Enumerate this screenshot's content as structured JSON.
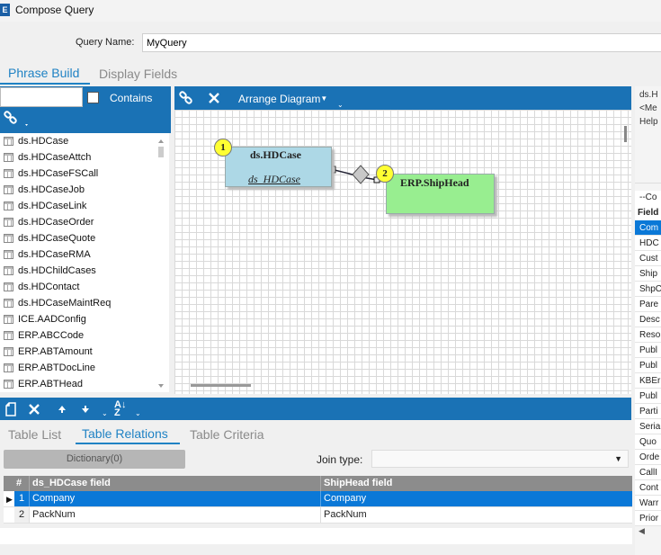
{
  "window": {
    "title": "Compose Query",
    "app_icon_letter": "E"
  },
  "query_name": {
    "label": "Query Name:",
    "value": "MyQuery"
  },
  "top_tabs": [
    {
      "label": "Phrase Build",
      "active": true
    },
    {
      "label": "Display Fields",
      "active": false
    }
  ],
  "search": {
    "value": "",
    "contains_label": "Contains",
    "contains_checked": false
  },
  "tables_list": [
    "ds.HDCase",
    "ds.HDCaseAttch",
    "ds.HDCaseFSCall",
    "ds.HDCaseJob",
    "ds.HDCaseLink",
    "ds.HDCaseOrder",
    "ds.HDCaseQuote",
    "ds.HDCaseRMA",
    "ds.HDChildCases",
    "ds.HDContact",
    "ds.HDCaseMaintReq",
    "ICE.AADConfig",
    "ERP.ABCCode",
    "ERP.ABTAmount",
    "ERP.ABTDocLine",
    "ERP.ABTHead"
  ],
  "diagram_toolbar": {
    "link_icon": "link-icon",
    "delete_icon": "close-icon",
    "arrange_label": "Arrange Diagram"
  },
  "diagram": {
    "nodes": [
      {
        "badge": "1",
        "title": "ds.HDCase",
        "alias": "ds_HDCase",
        "color": "#add8e6"
      },
      {
        "badge": "2",
        "title": "ERP.ShipHead",
        "color": "#98ee90"
      }
    ]
  },
  "right_panel": {
    "lines": [
      "ds.H",
      "<Me",
      "Help"
    ],
    "section_label": "--Co",
    "field_header": "Field",
    "rows": [
      "Com",
      "HDC",
      "Cust",
      "Ship",
      "ShpC",
      "Pare",
      "Desc",
      "Reso",
      "Publ",
      "Publ",
      "KBEr",
      "Publ",
      "Parti",
      "Seria",
      "Quo",
      "Orde",
      "CallI",
      "Cont",
      "Warr",
      "Prior"
    ],
    "selected_index": 0
  },
  "bottom_tabs": [
    {
      "label": "Table List",
      "active": false
    },
    {
      "label": "Table Relations",
      "active": true
    },
    {
      "label": "Table Criteria",
      "active": false
    }
  ],
  "relations": {
    "dictionary_label": "Dictionary(0)",
    "join_type_label": "Join type:",
    "join_type_value": "",
    "columns": [
      "#",
      "ds_HDCase field",
      "ShipHead field"
    ],
    "rows": [
      {
        "num": "1",
        "left": "Company",
        "right": "Company",
        "selected": true
      },
      {
        "num": "2",
        "left": "PackNum",
        "right": "PackNum",
        "selected": false
      }
    ]
  }
}
